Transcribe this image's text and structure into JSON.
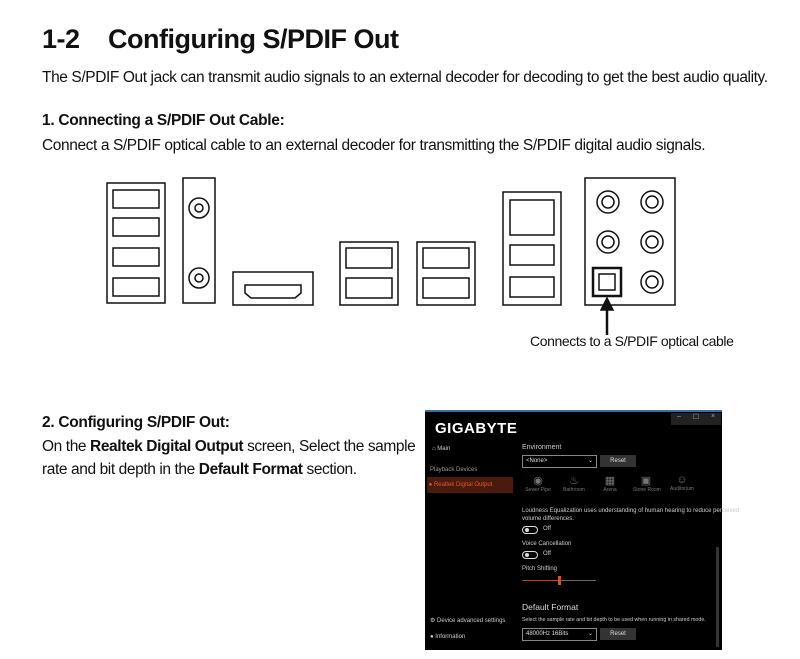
{
  "title": {
    "number": "1-2",
    "text": "Configuring S/PDIF Out"
  },
  "intro": "The S/PDIF Out jack can transmit audio signals to an external decoder for decoding to get the best audio quality.",
  "section1": {
    "heading": "1. Connecting a S/PDIF Out Cable:",
    "text": "Connect a S/PDIF optical cable to an external decoder for transmitting the S/PDIF digital audio signals.",
    "callout": "Connects to a S/PDIF optical cable"
  },
  "section2": {
    "heading": "2. Configuring S/PDIF Out:",
    "line1_pre": "On the ",
    "line1_bold": "Realtek Digital Output",
    "line1_post": " screen, Select the sample",
    "line2_pre": "rate and bit depth in the ",
    "line2_bold": "Default Format",
    "line2_post": " section."
  },
  "app": {
    "logo": "GIGABYTE",
    "window_controls": [
      "–",
      "☐",
      "×"
    ],
    "sidebar": {
      "main": "Main",
      "group": "Playback Devices",
      "active": "Realtek Digital Output",
      "advanced": "Device advanced settings",
      "info": "Information"
    },
    "environment": {
      "label": "Environment",
      "value": "<None>",
      "reset": "Reset",
      "presets": [
        "Sewer Pipe",
        "Bathroom",
        "Arena",
        "Stone Room",
        "Auditorium"
      ]
    },
    "loudness": {
      "text": "Loudness Equalization uses understanding of human hearing to reduce perceived",
      "text2": "volume differences.",
      "state": "Off"
    },
    "voice": {
      "label": "Voice Cancellation",
      "state": "Off"
    },
    "pitch": {
      "label": "Pitch Shifting",
      "value": 0.5
    },
    "default_format": {
      "heading": "Default Format",
      "desc": "Select the sample rate and bit depth to be used when running in shared mode.",
      "value": "48000Hz 16Bits",
      "reset": "Reset"
    },
    "accent": "#d03a10"
  }
}
